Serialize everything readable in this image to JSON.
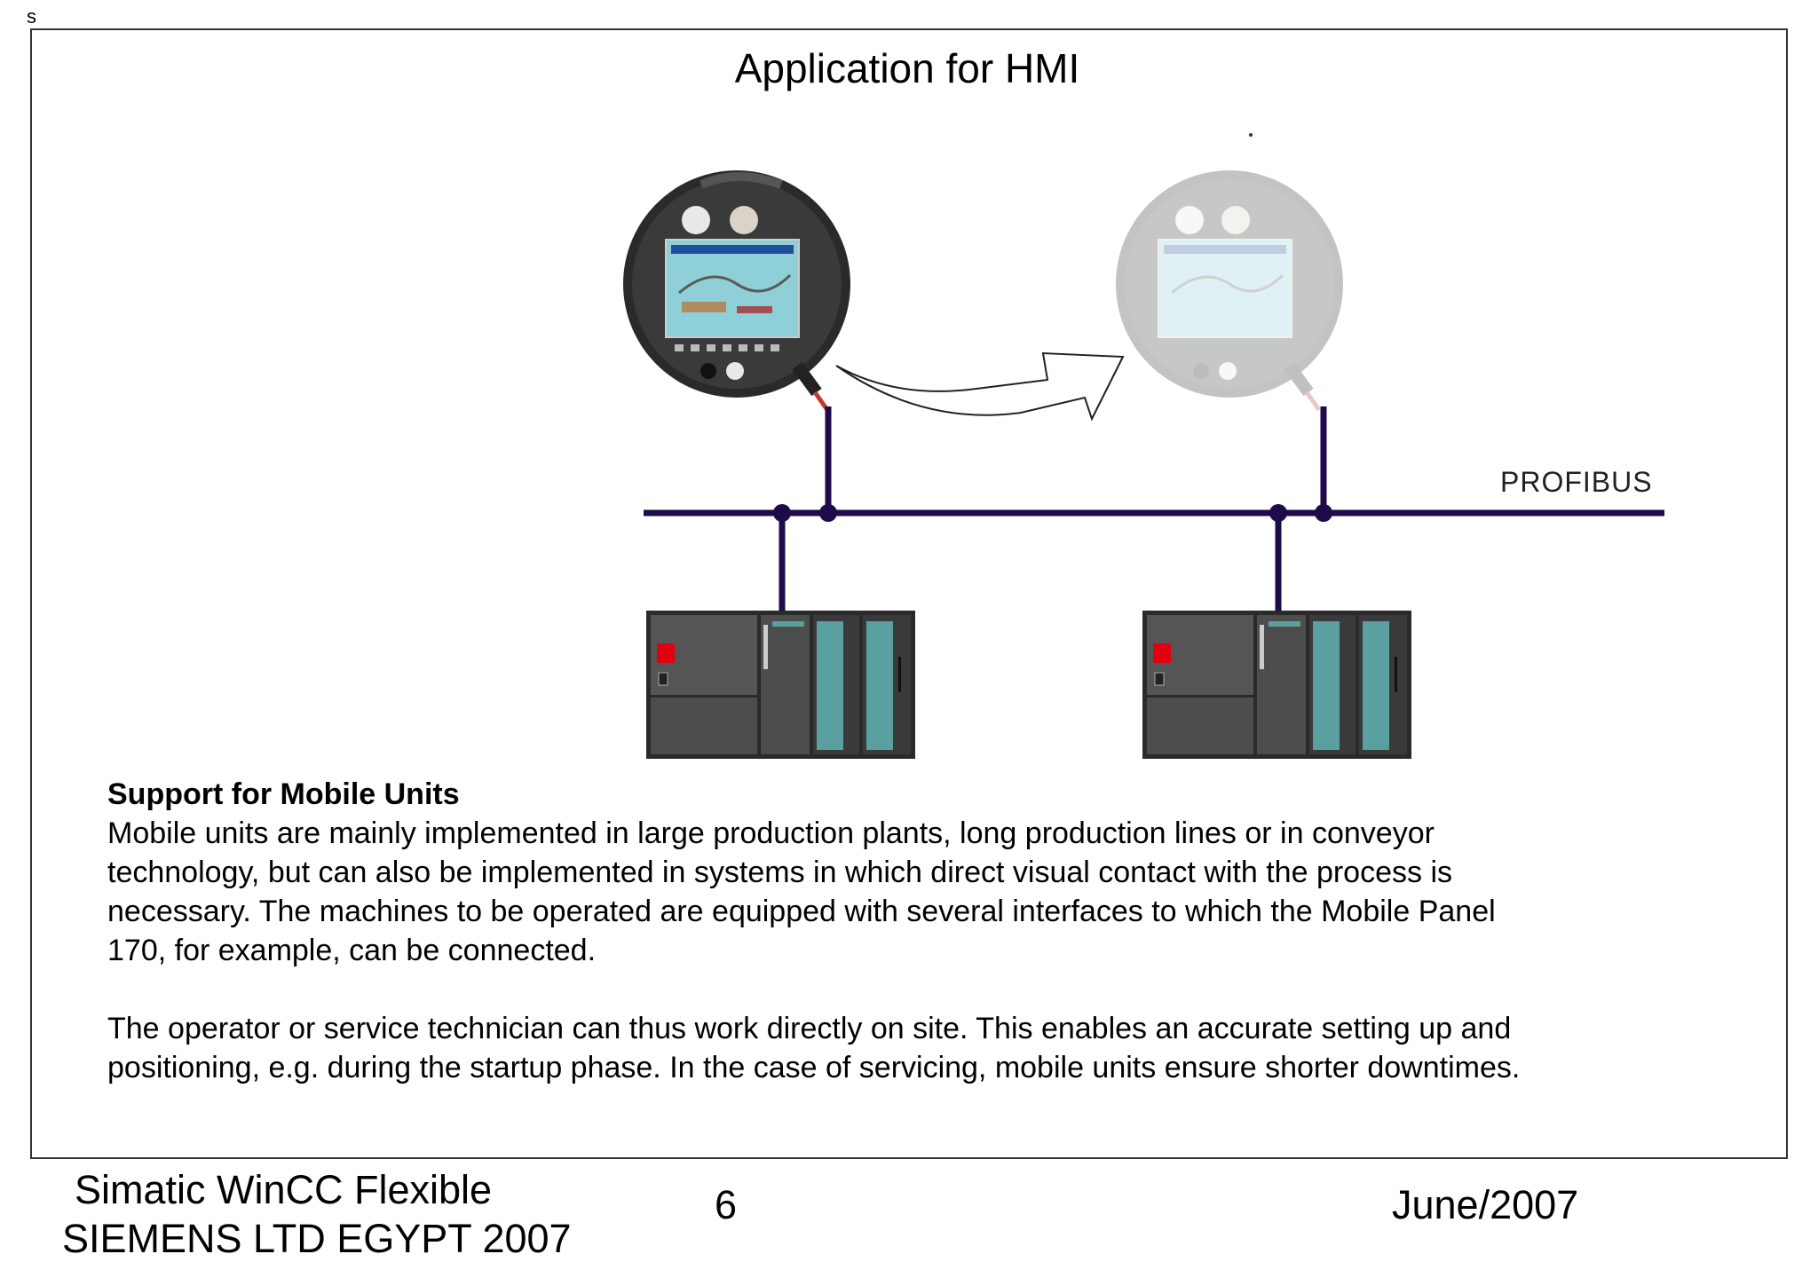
{
  "corner_mark": "s",
  "slide": {
    "title": "Application for HMI"
  },
  "diagram": {
    "bus_label": "PROFIBUS",
    "colors": {
      "bus": "#1e0b4a",
      "plc_body": "#4d4d4d",
      "plc_module": "#5aa0a0",
      "plc_led": "#e00010",
      "panel_body": "#2a2a2a",
      "panel_screen": "#8fd0d8"
    }
  },
  "body": {
    "heading": "Support for Mobile Units",
    "paragraph_1": "Mobile units are mainly implemented in large production plants, long production lines or in conveyor\ntechnology, but can also be implemented in systems in which direct visual contact with the process is\nnecessary. The machines to be operated are equipped with several interfaces to which the Mobile Panel\n170, for example, can be connected.",
    "paragraph_2": "The operator or service technician can thus work directly on site. This enables an accurate setting up and\npositioning, e.g. during the startup phase. In the case of servicing, mobile units ensure shorter downtimes."
  },
  "footer": {
    "line_1": "Simatic WinCC Flexible",
    "line_2": "SIEMENS LTD EGYPT 2007",
    "page_number": "6",
    "date": "June/2007"
  }
}
